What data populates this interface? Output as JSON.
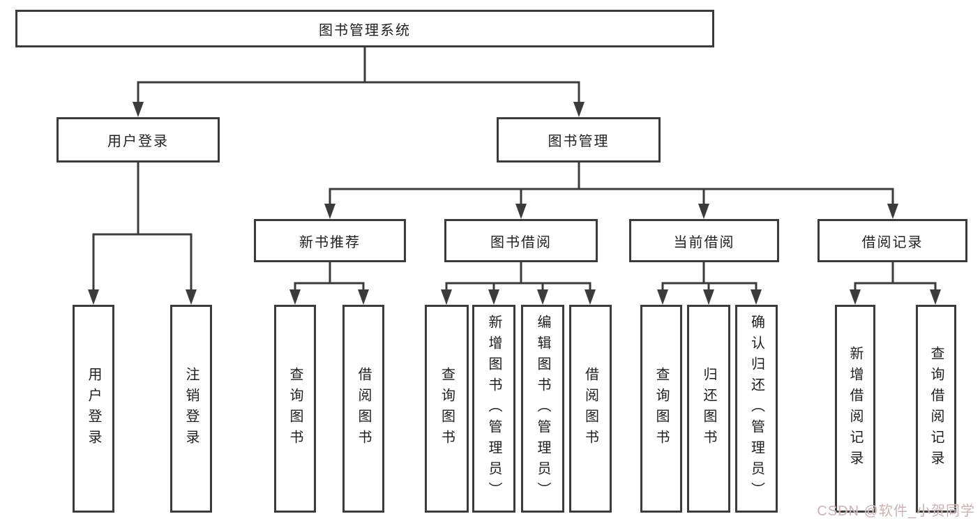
{
  "diagram": {
    "root": {
      "label": "图书管理系统"
    },
    "branches": [
      {
        "label": "用户登录",
        "children": [
          "用户登录",
          "注销登录"
        ]
      },
      {
        "label": "图书管理",
        "groups": [
          {
            "label": "新书推荐",
            "children": [
              "查询图书",
              "借阅图书"
            ]
          },
          {
            "label": "图书借阅",
            "children": [
              "查询图书",
              "新增图书（管理员）",
              "编辑图书（管理员）",
              "借阅图书"
            ]
          },
          {
            "label": "当前借阅",
            "children": [
              "查询图书",
              "归还图书",
              "确认归还（管理员）"
            ]
          },
          {
            "label": "借阅记录",
            "children": [
              "新增借阅记录",
              "查询借阅记录"
            ]
          }
        ]
      }
    ]
  },
  "watermark": {
    "text": "CSDN @软件_小贺同学"
  },
  "colors": {
    "line": "#3b3b3b",
    "box_border": "#3b3b3b",
    "box_fill": "#ffffff",
    "text": "#1f1f1f",
    "watermark": "#cdb2b2"
  }
}
